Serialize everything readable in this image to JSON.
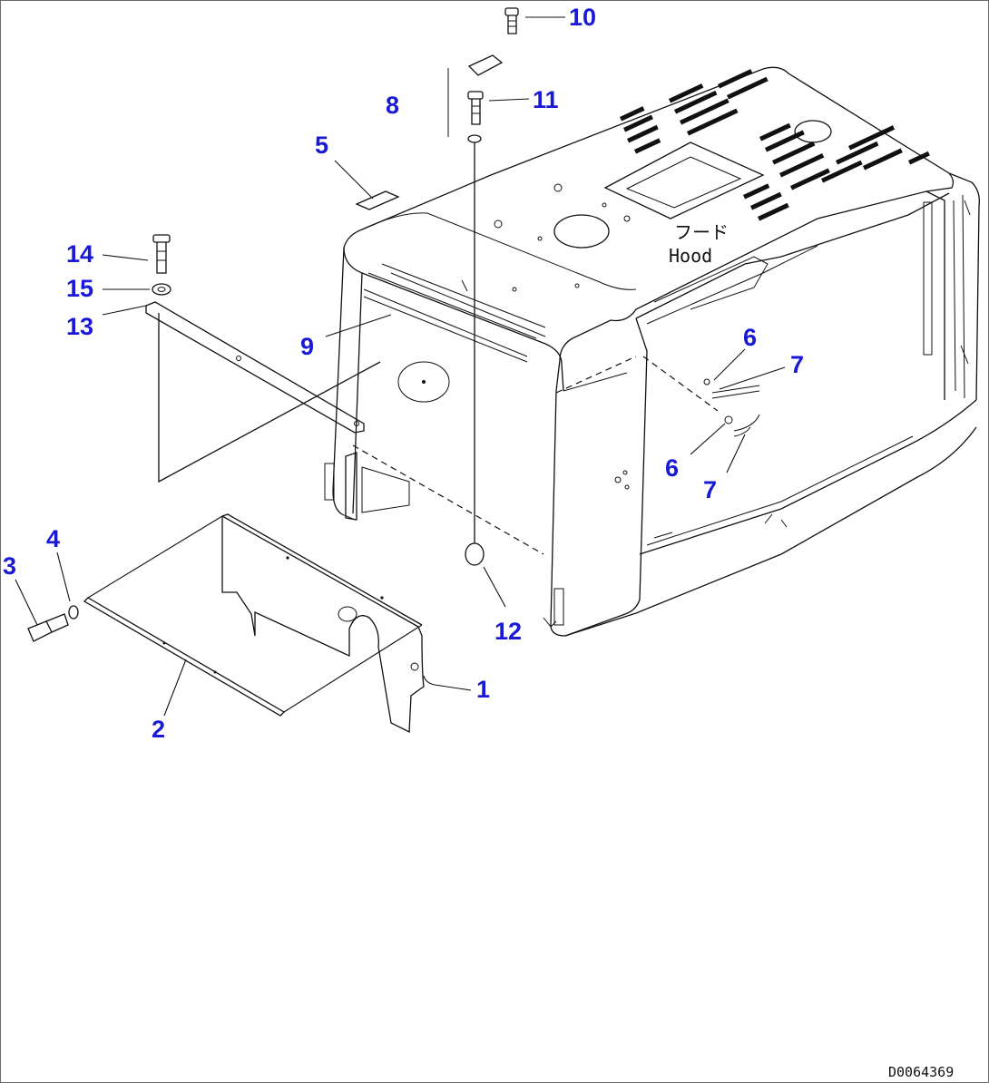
{
  "callouts": {
    "c1": "1",
    "c2": "2",
    "c3": "3",
    "c4": "4",
    "c5": "5",
    "c6a": "6",
    "c6b": "6",
    "c7a": "7",
    "c7b": "7",
    "c8": "8",
    "c9": "9",
    "c10": "10",
    "c11": "11",
    "c12": "12",
    "c13": "13",
    "c14": "14",
    "c15": "15"
  },
  "hood_label": {
    "japanese": "フード",
    "english": "Hood"
  },
  "drawing_id": "D0064369",
  "colors": {
    "callout": "#1a1ad6",
    "linework": "#111111",
    "background": "#ffffff"
  }
}
